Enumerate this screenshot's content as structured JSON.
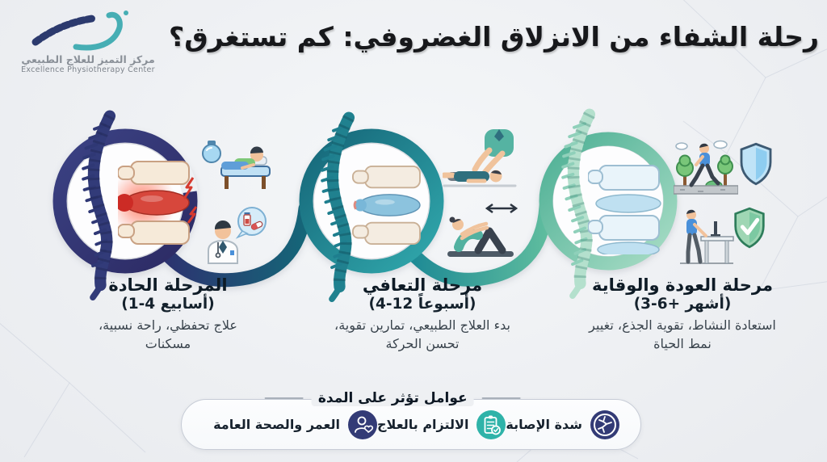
{
  "logo": {
    "brand_icon": "spine-swoosh-logo-icon",
    "title_ar": "مركز التميز للعلاج الطبيعي",
    "title_en": "Excellence Physiotherapy Center"
  },
  "header": {
    "title": "رحلة الشفاء من الانزلاق الغضروفي: كم تستغرق؟"
  },
  "stages": [
    {
      "title": "المرحلة الحادة",
      "duration": "(1-4 أسابيع)",
      "description": "علاج تحفظي، راحة نسبية، مسكنات",
      "ring_color": "#333c77",
      "icons": [
        "spine-acute-icon",
        "inflamed-disc-icon",
        "bed-rest-icon",
        "doctor-medication-icon"
      ]
    },
    {
      "title": "مرحلة التعافي",
      "duration": "(4-12 أسبوعاً)",
      "description": "بدء العلاج الطبيعي، تمارين تقوية، تحسن الحركة",
      "ring_color": "#1f7f8e",
      "icons": [
        "spine-recovery-icon",
        "healing-disc-icon",
        "physiotherapy-icon",
        "exercise-crunch-icon"
      ]
    },
    {
      "title": "مرحلة العودة والوقاية",
      "duration": "(3-6+ أشهر)",
      "description": "استعادة النشاط، تقوية الجذع، تغيير نمط الحياة",
      "ring_color": "#6fc3a4",
      "icons": [
        "spine-healthy-icon",
        "healthy-disc-icon",
        "walking-outdoors-icon",
        "blue-shield-icon",
        "standing-desk-icon",
        "green-shield-check-icon"
      ]
    }
  ],
  "factors": {
    "title": "عوامل تؤثر على المدة",
    "items": [
      {
        "label": "شدة الإصابة",
        "icon": "injury-severity-icon",
        "color": "#333b76"
      },
      {
        "label": "الالتزام بالعلاج",
        "icon": "treatment-adherence-icon",
        "color": "#2fb3a9"
      },
      {
        "label": "العمر والصحة العامة",
        "icon": "age-health-icon",
        "color": "#333b76"
      }
    ]
  },
  "palette": {
    "background": "#eef0f3",
    "navy": "#323b79",
    "teal": "#20818f",
    "mint": "#a9ddc6",
    "accent_red": "#d63a2f",
    "pill_border": "#c7ccd6"
  }
}
